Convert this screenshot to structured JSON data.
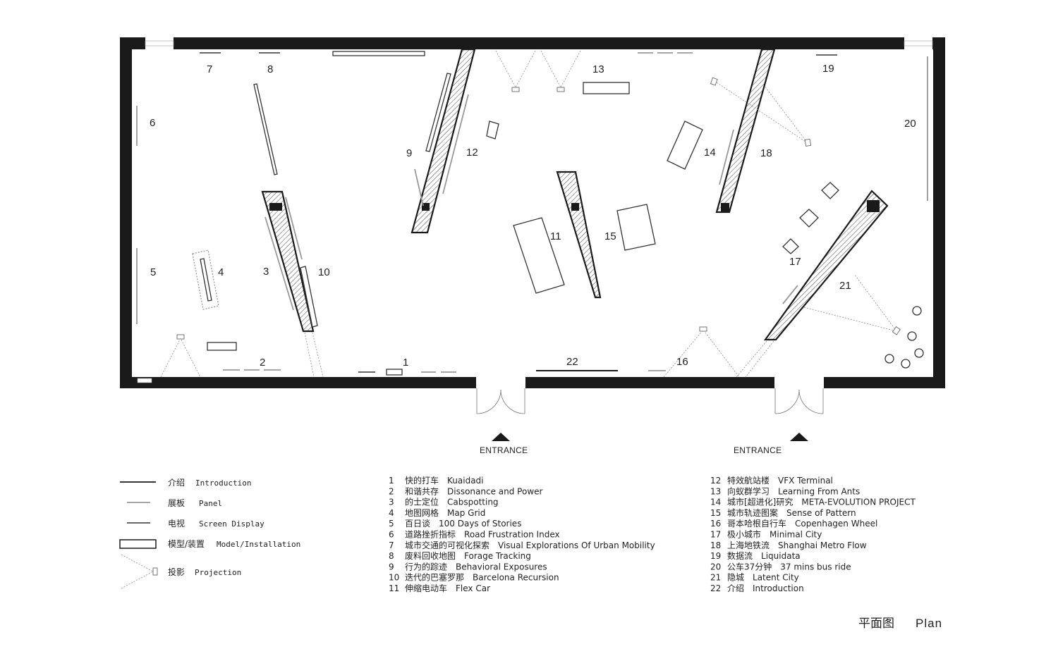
{
  "entrance_labels": [
    "ENTRANCE",
    "ENTRANCE"
  ],
  "room_numbers": [
    "1",
    "2",
    "3",
    "4",
    "5",
    "6",
    "7",
    "8",
    "9",
    "10",
    "11",
    "12",
    "13",
    "14",
    "15",
    "16",
    "17",
    "18",
    "19",
    "20",
    "21",
    "22"
  ],
  "legend": [
    {
      "cn": "介绍",
      "en": "Introduction"
    },
    {
      "cn": "展板",
      "en": "Panel"
    },
    {
      "cn": "电视",
      "en": "Screen Display"
    },
    {
      "cn": "模型/装置",
      "en": "Model/Installation"
    },
    {
      "cn": "投影",
      "en": "Projection"
    }
  ],
  "exhibits": [
    {
      "no": "1",
      "cn": "快的打车",
      "en": "Kuaidadi"
    },
    {
      "no": "2",
      "cn": "和谐共存",
      "en": "Dissonance and Power"
    },
    {
      "no": "3",
      "cn": "的士定位",
      "en": "Cabspotting"
    },
    {
      "no": "4",
      "cn": "地图网格",
      "en": "Map Grid"
    },
    {
      "no": "5",
      "cn": "百日谈",
      "en": "100 Days of Stories"
    },
    {
      "no": "6",
      "cn": "道路挫折指标",
      "en": "Road Frustration Index"
    },
    {
      "no": "7",
      "cn": "城市交通的可视化探索",
      "en": "Visual Explorations Of Urban Mobility"
    },
    {
      "no": "8",
      "cn": "废料回收地图",
      "en": "Forage Tracking"
    },
    {
      "no": "9",
      "cn": "行为的踪迹",
      "en": "Behavioral  Exposures"
    },
    {
      "no": "10",
      "cn": "迭代的巴塞罗那",
      "en": "Barcelona Recursion"
    },
    {
      "no": "11",
      "cn": "伸缩电动车",
      "en": "Flex Car"
    },
    {
      "no": "12",
      "cn": "特效航站楼",
      "en": "VFX Terminal"
    },
    {
      "no": "13",
      "cn": "向蚁群学习",
      "en": "Learning From Ants"
    },
    {
      "no": "14",
      "cn": "城市[超进化]研究",
      "en": "META-EVOLUTION PROJECT"
    },
    {
      "no": "15",
      "cn": "城市轨迹图案",
      "en": "Sense of Pattern"
    },
    {
      "no": "16",
      "cn": "哥本哈根自行车",
      "en": "Copenhagen Wheel"
    },
    {
      "no": "17",
      "cn": "极小城市",
      "en": "Minimal City"
    },
    {
      "no": "18",
      "cn": "上海地铁流",
      "en": "Shanghai Metro Flow"
    },
    {
      "no": "19",
      "cn": "数据流",
      "en": "Liquidata"
    },
    {
      "no": "20",
      "cn": "公车37分钟",
      "en": "37 mins bus ride"
    },
    {
      "no": "21",
      "cn": "隐城",
      "en": "Latent City"
    },
    {
      "no": "22",
      "cn": "介绍",
      "en": "Introduction"
    }
  ],
  "plan_title": {
    "cn": "平面图",
    "en": "Plan"
  }
}
